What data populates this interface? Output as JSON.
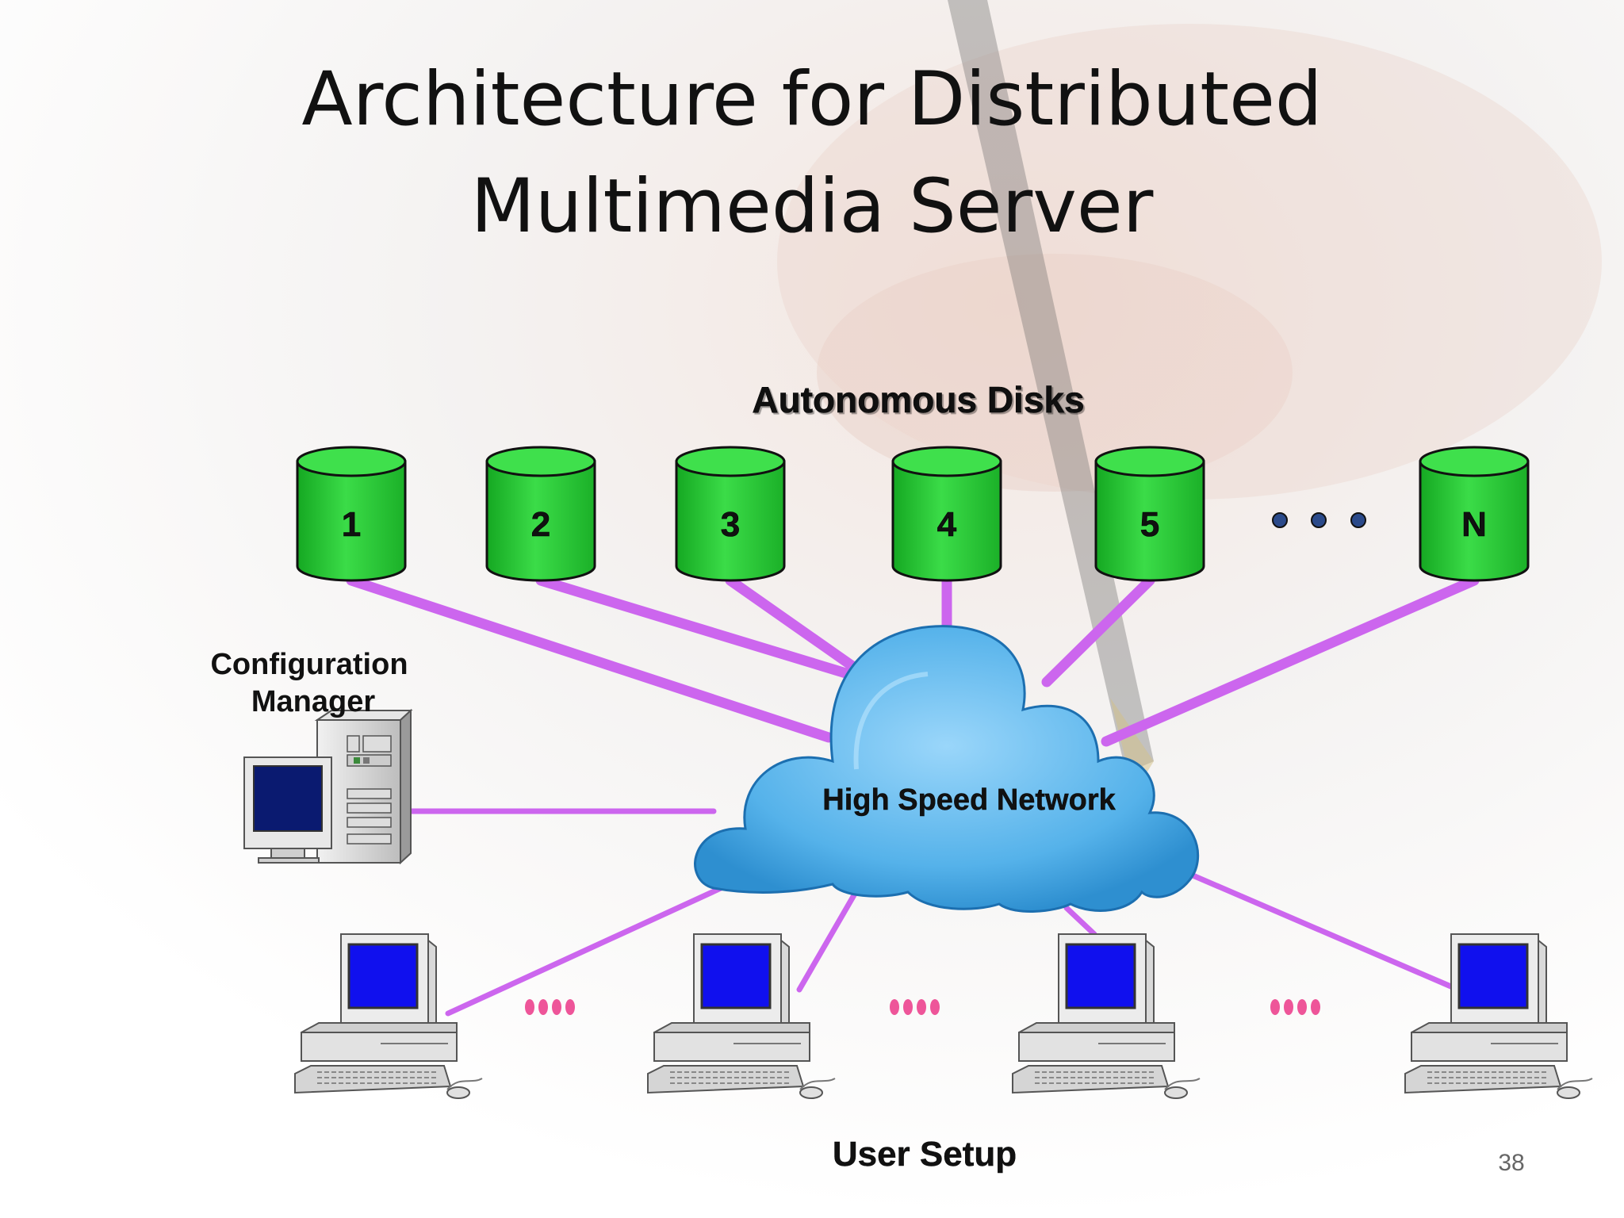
{
  "slide": {
    "title_line1": "Architecture for Distributed",
    "title_line2": "Multimedia Server",
    "page_number": "38"
  },
  "labels": {
    "disks": "Autonomous Disks",
    "config_line1": "Configuration",
    "config_line2": "Manager",
    "network": "High Speed Network",
    "users": "User Setup"
  },
  "disks": [
    "1",
    "2",
    "3",
    "4",
    "5",
    "N"
  ],
  "colors": {
    "disk_fill": "#22cc33",
    "link": "#cc66ee",
    "cloud": "#4fb0e8",
    "screen": "#1010ee",
    "dots_disks": "#2b4a8a",
    "dots_users": "#ee5599"
  },
  "icons": [
    "cloud-icon",
    "disk-icon",
    "desktop-computer-icon",
    "server-computer-icon"
  ]
}
